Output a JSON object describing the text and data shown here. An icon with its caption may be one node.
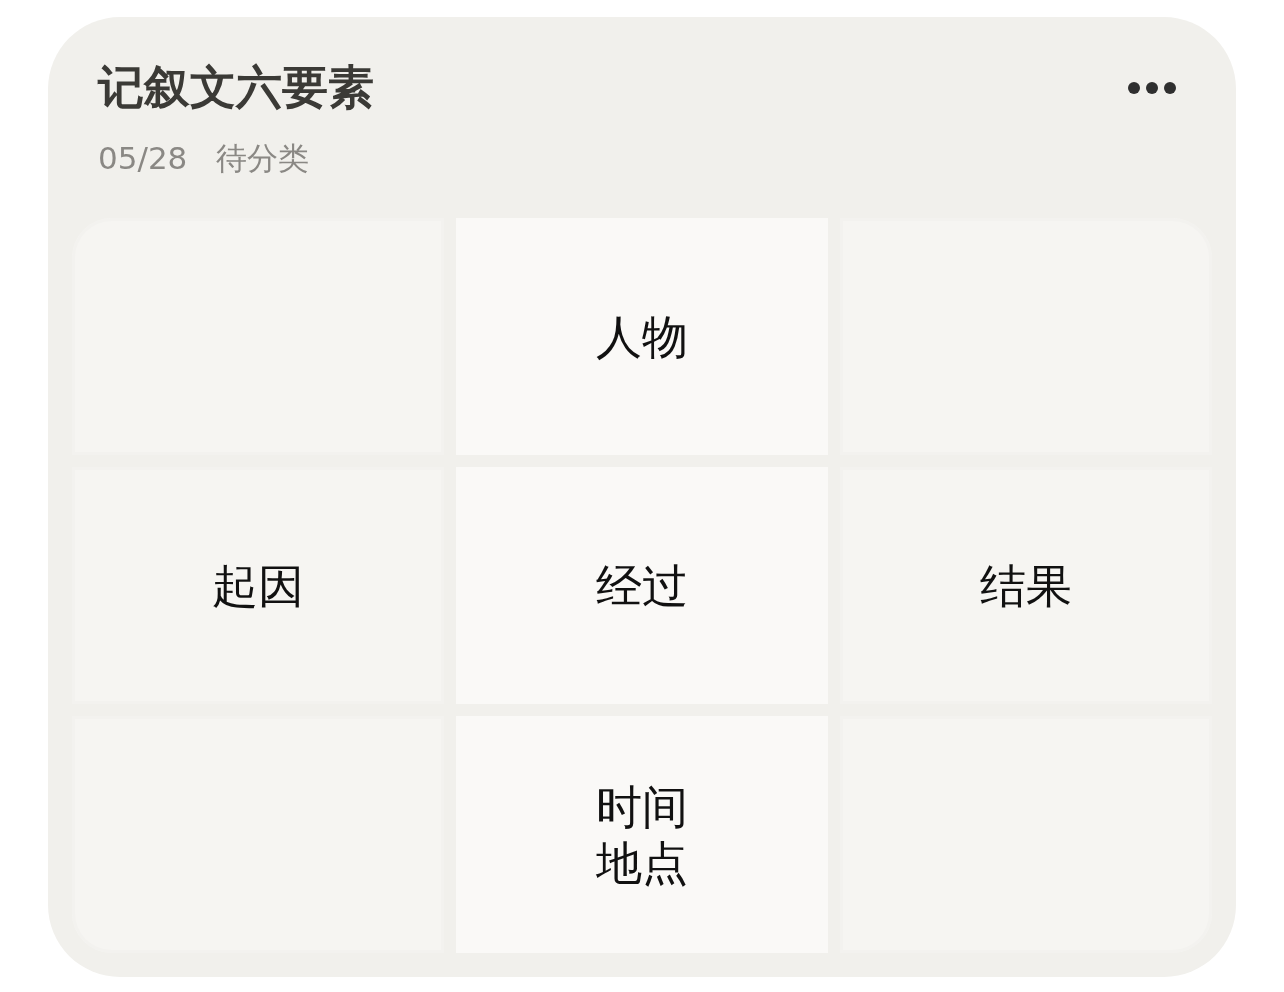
{
  "diagram": {
    "title": "记叙文六要素",
    "nodes": [
      {
        "text": [],
        "shape": "box"
      },
      {
        "text": [
          "人物"
        ]
      },
      {
        "text": [],
        "shape": "box"
      },
      {
        "text": [
          "起因"
        ]
      },
      {
        "text": [
          "经过"
        ]
      },
      {
        "text": [
          "结果"
        ]
      },
      {
        "text": [],
        "shape": "box"
      },
      {
        "text": [
          "时间",
          "地点"
        ]
      },
      {
        "text": [],
        "shape": "box"
      }
    ],
    "edges": [],
    "labels": [
      "05/28",
      "待分类"
    ]
  }
}
